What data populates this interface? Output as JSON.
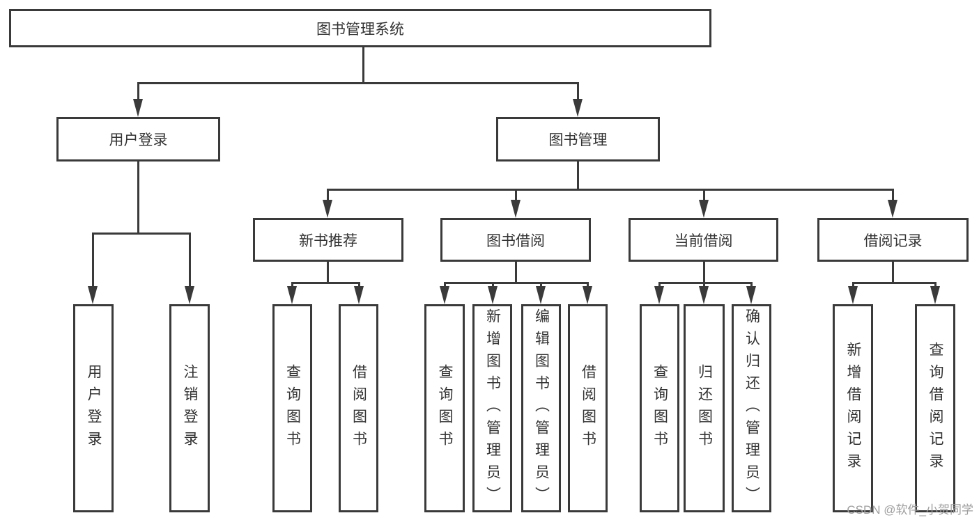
{
  "diagram_title": "图书管理系统",
  "watermark": "CSDN @软件_小贺同学",
  "colors": {
    "line": "#3a3a3a",
    "text": "#333333",
    "background": "#ffffff",
    "watermark": "#9e9e9e"
  },
  "tree": {
    "root": {
      "label": "图书管理系统"
    },
    "branches": [
      {
        "label": "用户登录",
        "children": [
          {
            "label": "用户登录"
          },
          {
            "label": "注销登录"
          }
        ]
      },
      {
        "label": "图书管理",
        "groups": [
          {
            "label": "新书推荐",
            "children": [
              {
                "label": "查询图书"
              },
              {
                "label": "借阅图书"
              }
            ]
          },
          {
            "label": "图书借阅",
            "children": [
              {
                "label": "查询图书"
              },
              {
                "label": "新增图书（管理员）"
              },
              {
                "label": "编辑图书（管理员）"
              },
              {
                "label": "借阅图书"
              }
            ]
          },
          {
            "label": "当前借阅",
            "children": [
              {
                "label": "查询图书"
              },
              {
                "label": "归还图书"
              },
              {
                "label": "确认归还（管理员）"
              }
            ]
          },
          {
            "label": "借阅记录",
            "children": [
              {
                "label": "新增借阅记录"
              },
              {
                "label": "查询借阅记录"
              }
            ]
          }
        ]
      }
    ]
  }
}
